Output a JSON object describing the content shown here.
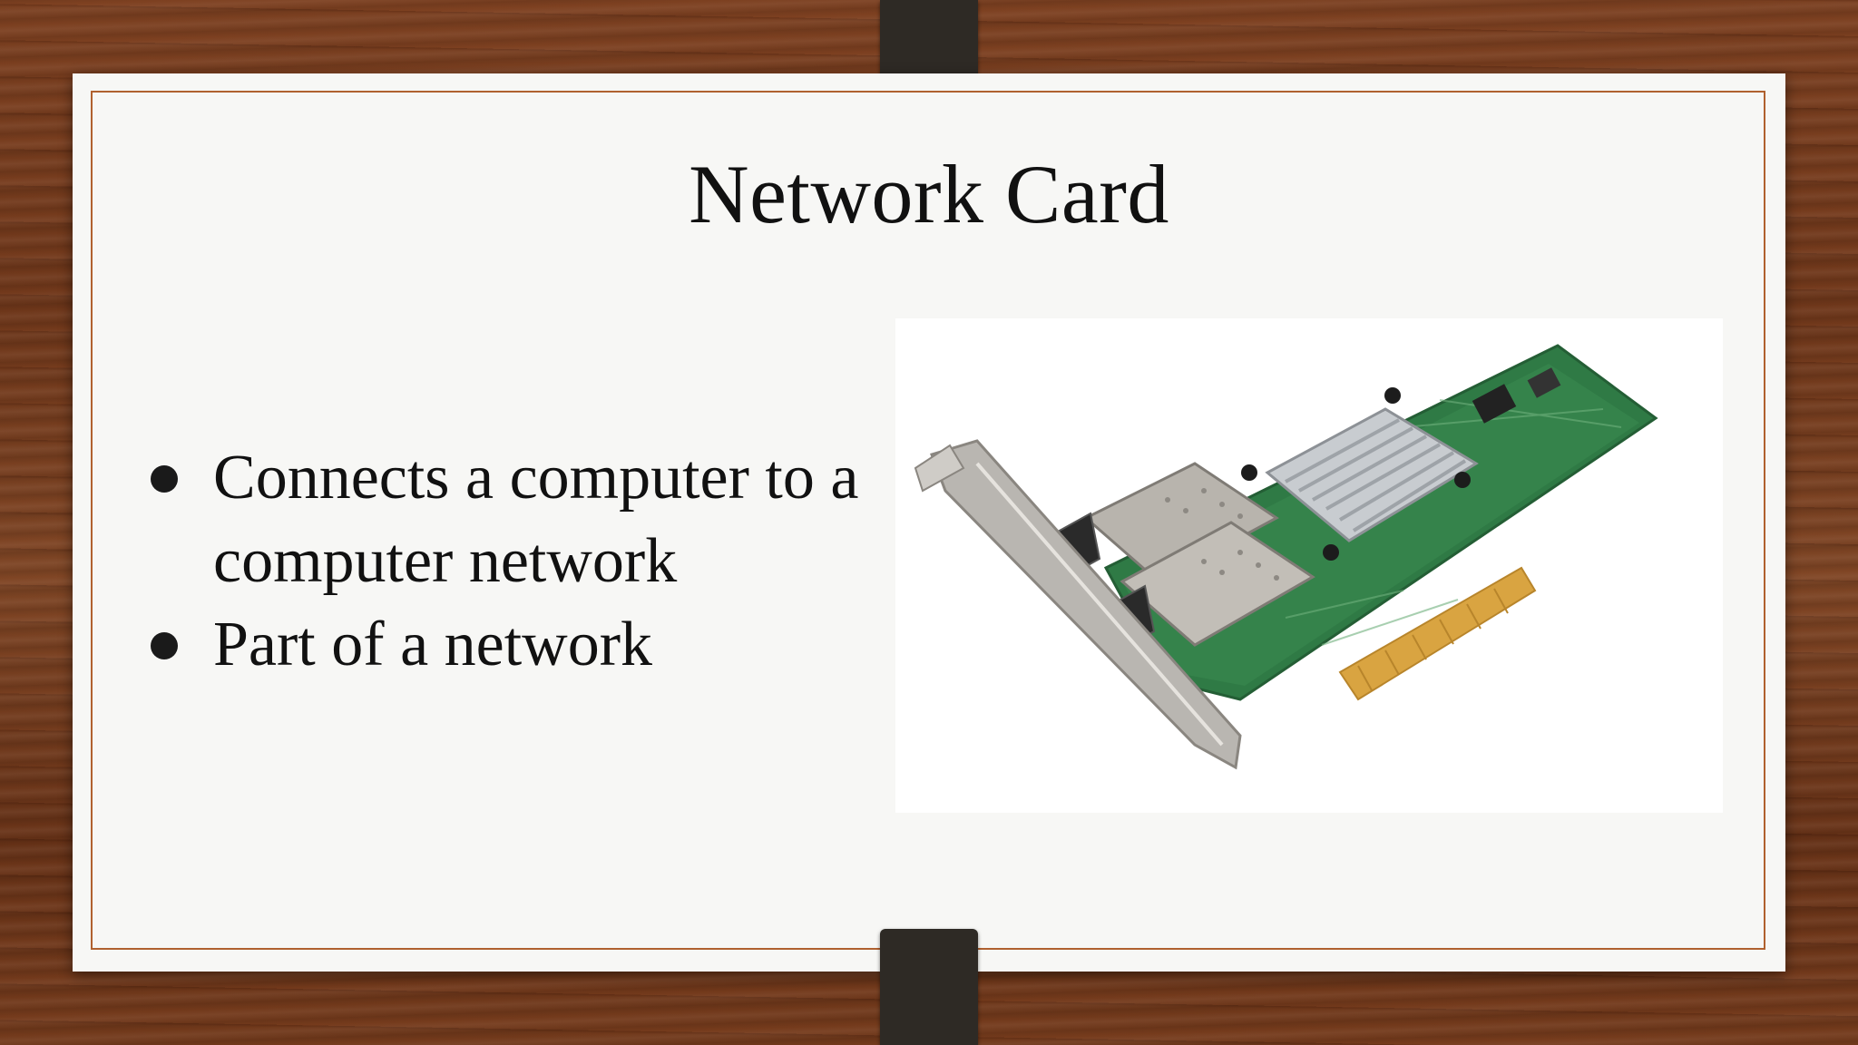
{
  "slide": {
    "title": "Network Card",
    "bullets": [
      "Connects a computer to a computer network",
      "Part of a network"
    ]
  },
  "image": {
    "subject": "network-card-photo",
    "colors": {
      "pcb": "#2f7a45",
      "heatsink": "#c8ccd0",
      "bracket": "#b9b6b1",
      "gold_contacts": "#d9a441"
    }
  },
  "theme": {
    "background_wood": "#6b3519",
    "frame_border": "#b0612f",
    "strap": "#2e2a25",
    "slide_bg": "#f7f7f5"
  }
}
